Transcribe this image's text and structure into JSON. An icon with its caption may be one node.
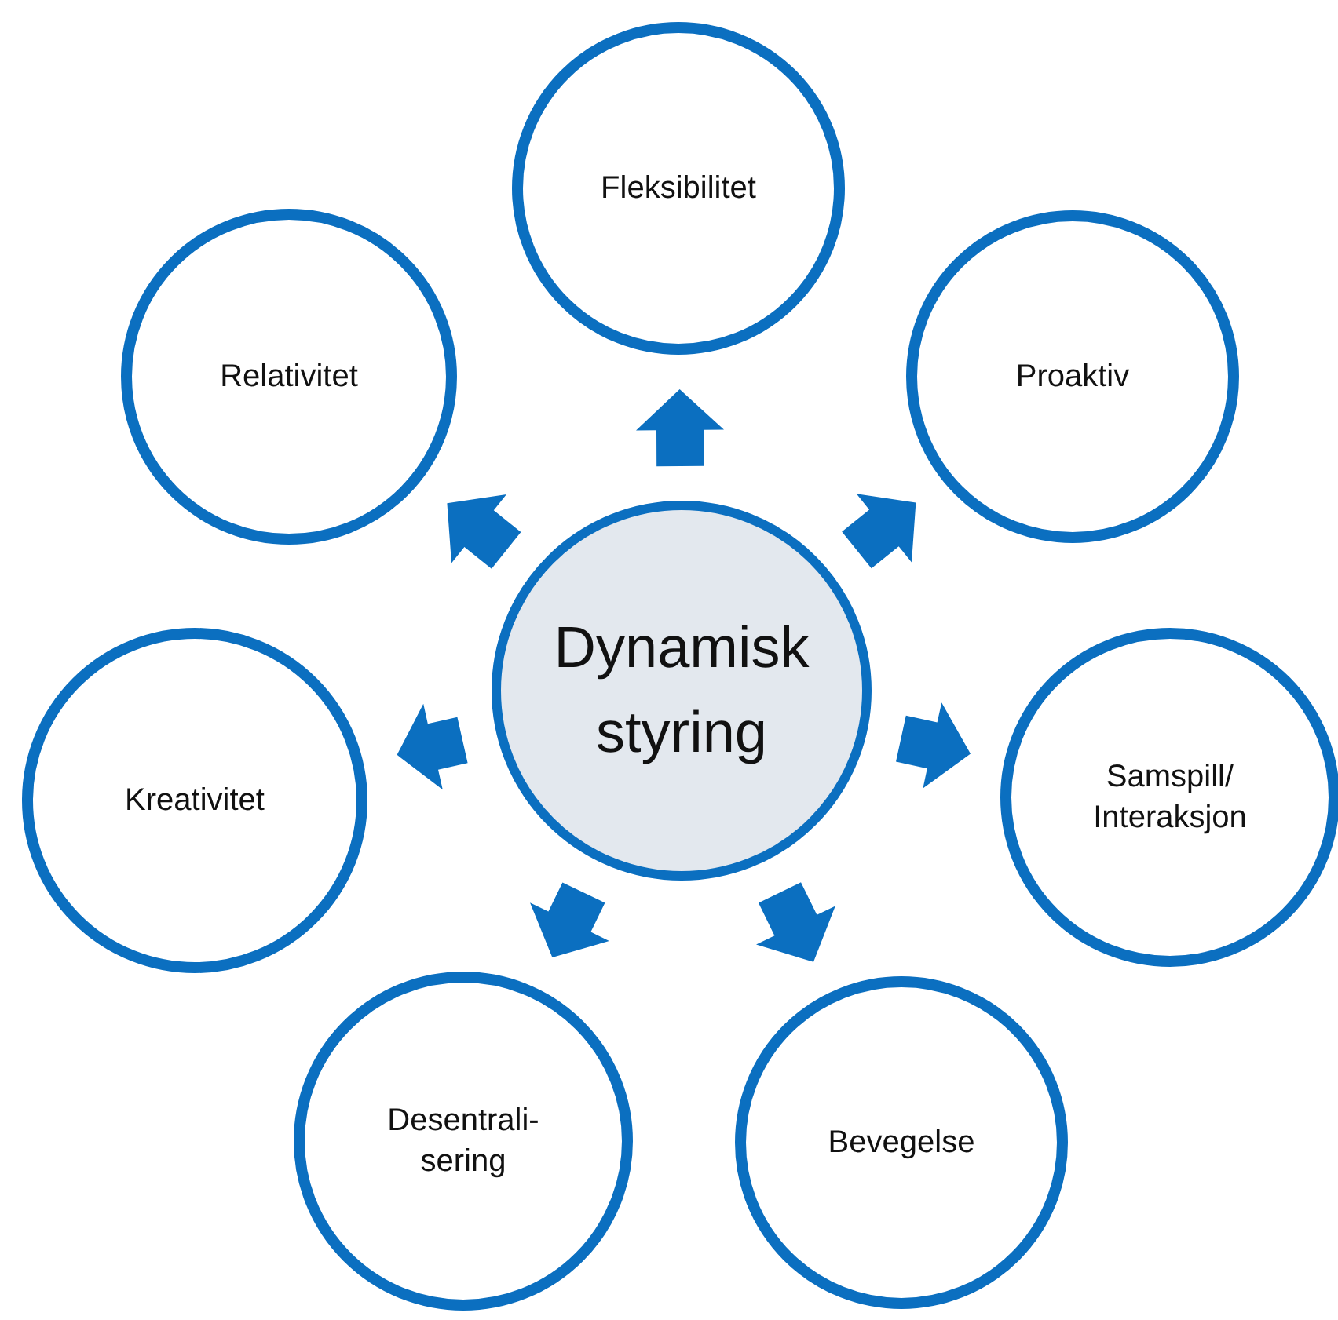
{
  "diagram": {
    "nodes": [
      {
        "text": [
          "Dynamisk styring"
        ]
      },
      {
        "text": [
          "Fleksibilitet"
        ]
      },
      {
        "text": [
          "Relativitet"
        ]
      },
      {
        "text": [
          "Proaktiv"
        ]
      },
      {
        "text": [
          "Kreativitet"
        ]
      },
      {
        "text": [
          "Samspill/ Interaksjon"
        ]
      },
      {
        "text": [
          "Desentrali- sering"
        ]
      },
      {
        "text": [
          "Bevegelse"
        ]
      }
    ],
    "edges": [
      {
        "from": 0,
        "to": 1,
        "arrow": "to"
      },
      {
        "from": 0,
        "to": 2,
        "arrow": "to"
      },
      {
        "from": 0,
        "to": 3,
        "arrow": "to"
      },
      {
        "from": 0,
        "to": 4,
        "arrow": "to"
      },
      {
        "from": 0,
        "to": 5,
        "arrow": "to"
      },
      {
        "from": 0,
        "to": 6,
        "arrow": "to"
      },
      {
        "from": 0,
        "to": 7,
        "arrow": "to"
      }
    ]
  }
}
